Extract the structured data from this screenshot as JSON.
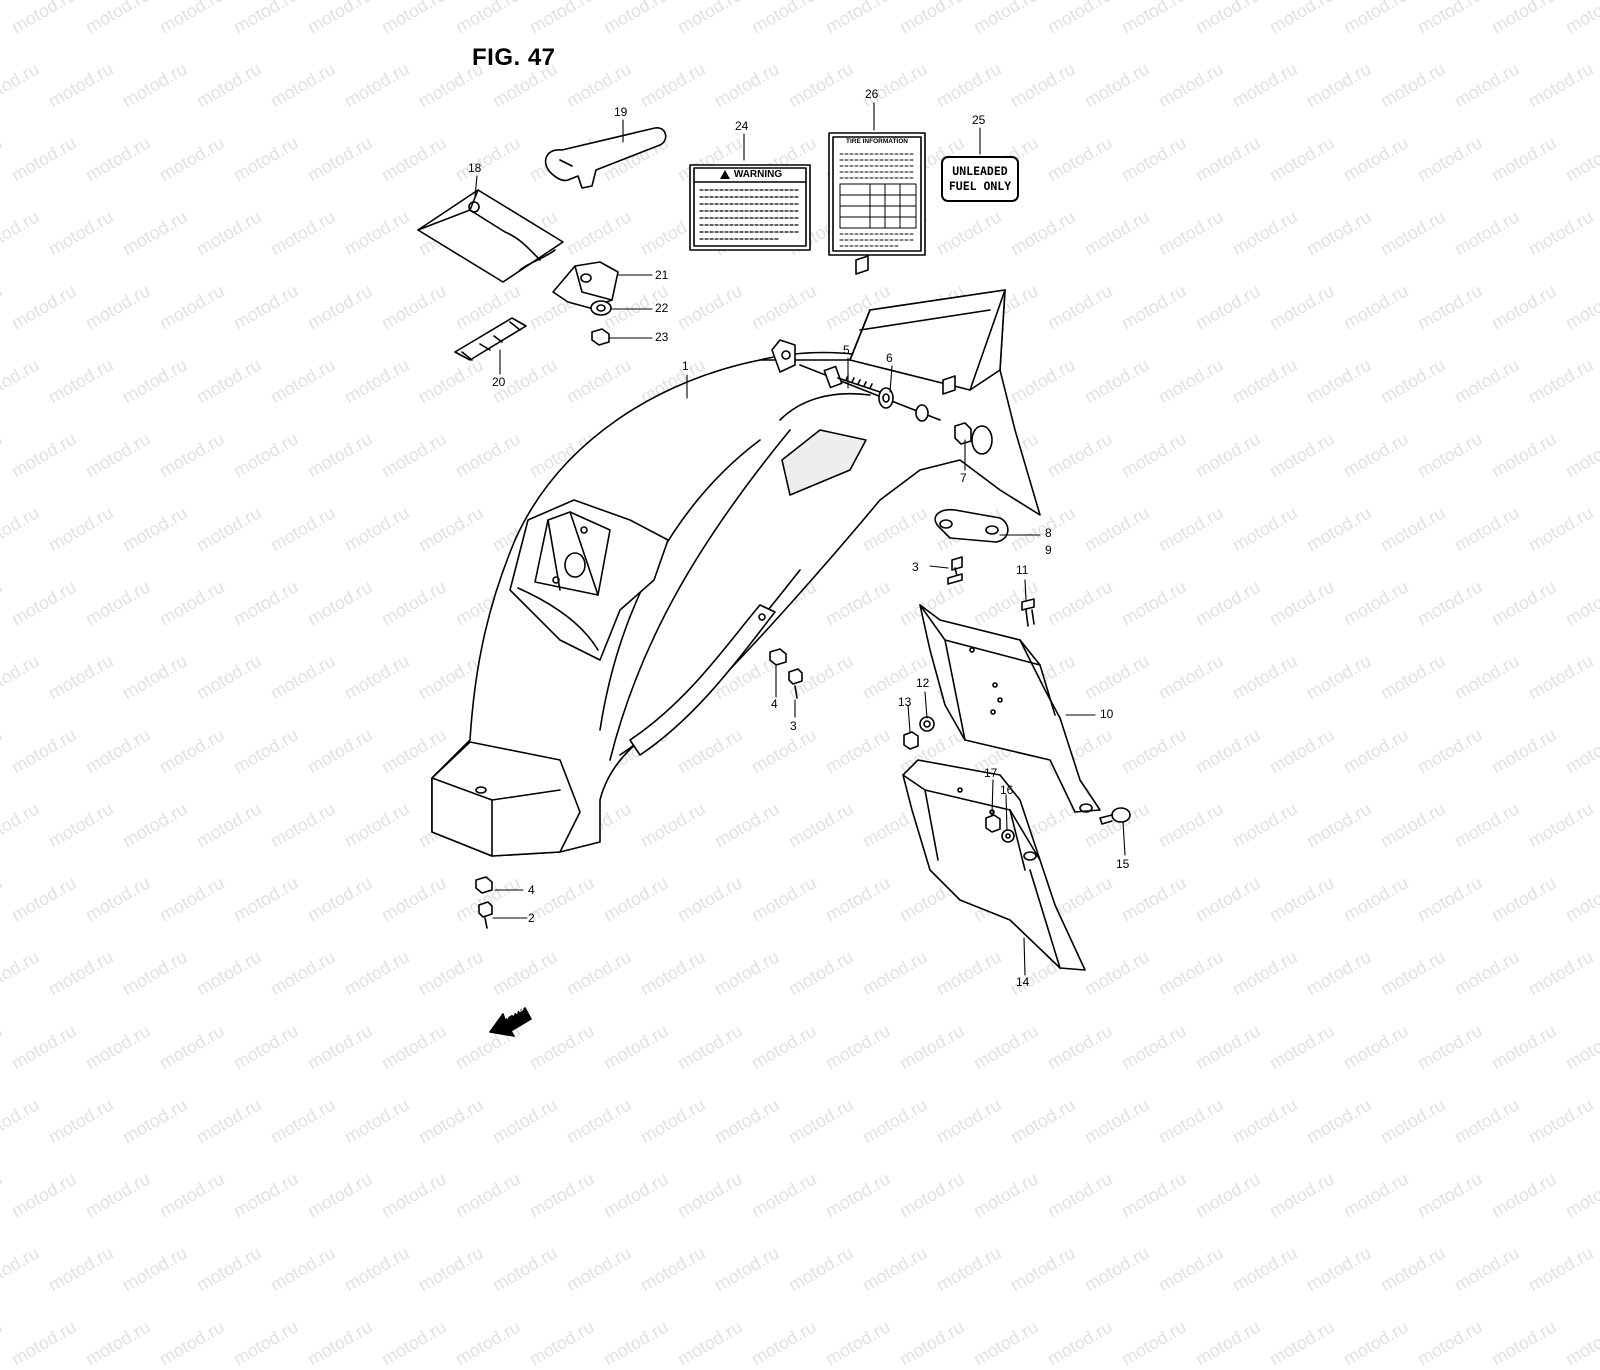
{
  "figure": {
    "title": "FIG. 47"
  },
  "watermark": {
    "text": "motod.ru"
  },
  "labels": {
    "warning": "WARNING",
    "tire_info": "TIRE INFORMATION",
    "unleaded_line1": "UNLEADED",
    "unleaded_line2": "FUEL ONLY",
    "fwd": "FWD"
  },
  "callouts": {
    "c1": "1",
    "c2": "2",
    "c3a": "3",
    "c3b": "3",
    "c4a": "4",
    "c4b": "4",
    "c5": "5",
    "c6": "6",
    "c7": "7",
    "c8": "8",
    "c9": "9",
    "c10": "10",
    "c11": "11",
    "c12": "12",
    "c13": "13",
    "c14": "14",
    "c15": "15",
    "c16": "16",
    "c17": "17",
    "c18": "18",
    "c19": "19",
    "c20": "20",
    "c21": "21",
    "c22": "22",
    "c23": "23",
    "c24": "24",
    "c25": "25",
    "c26": "26"
  }
}
